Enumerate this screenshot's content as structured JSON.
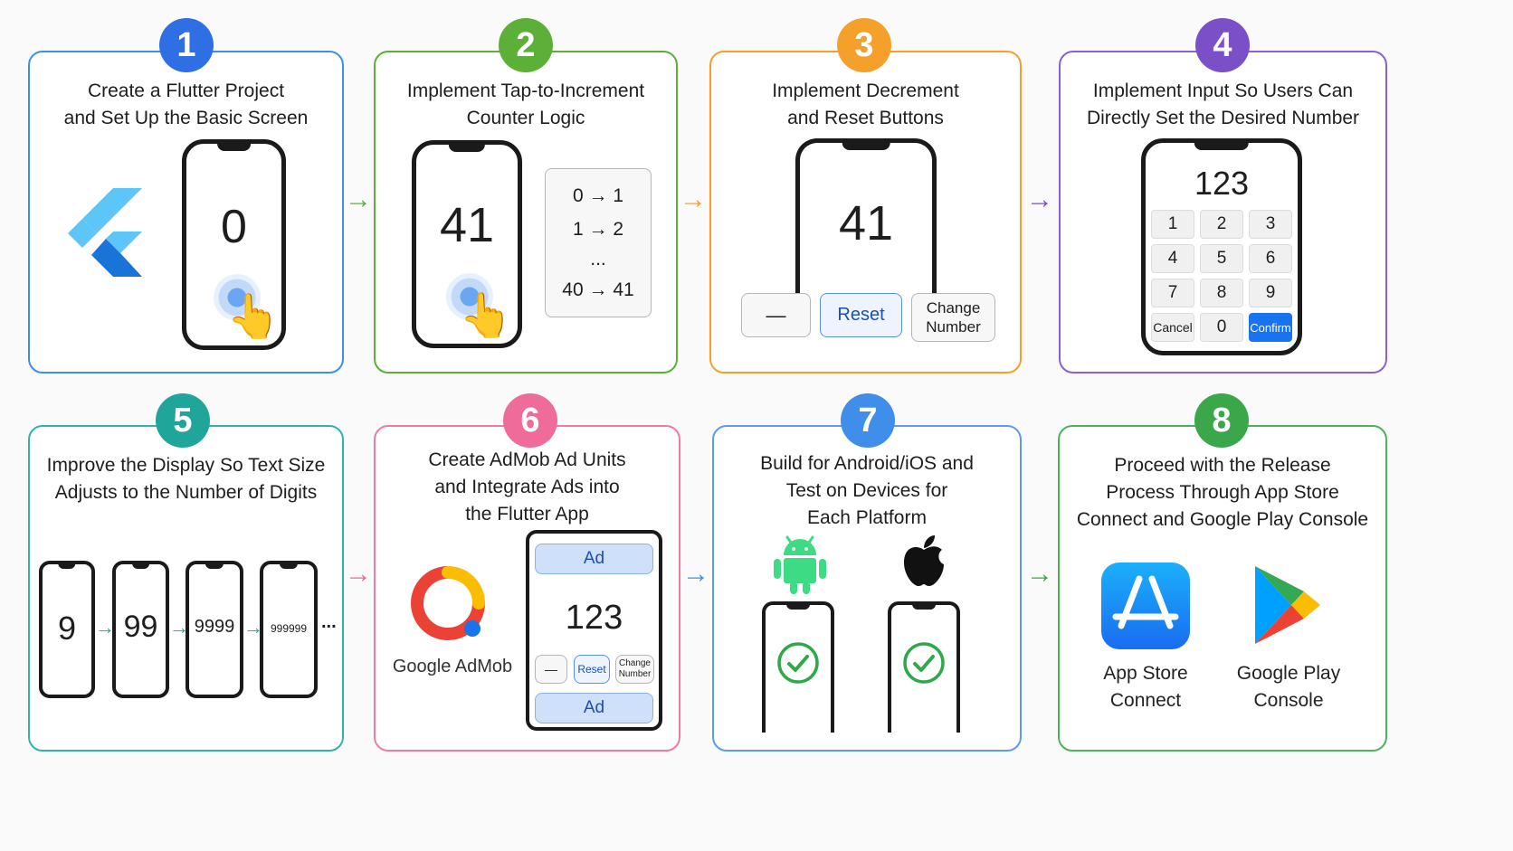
{
  "colors": {
    "step1": "#2f6fe4",
    "step2": "#5cb038",
    "step3": "#f5a02a",
    "step4": "#7a4fc8",
    "step5": "#1fa59a",
    "step6": "#ef6b99",
    "step7": "#3f8fea",
    "step8": "#3aa74a",
    "accent_blue": "#1873f0"
  },
  "steps": [
    {
      "number": "1",
      "title": "Create a Flutter Project\nand Set Up the Basic Screen",
      "icon": "flutter-logo",
      "display": "0"
    },
    {
      "number": "2",
      "title": "Implement Tap-to-Increment\nCounter Logic",
      "display": "41",
      "sequence": [
        "0 → 1",
        "1 → 2",
        "...",
        "40 → 41"
      ]
    },
    {
      "number": "3",
      "title": "Implement Decrement\nand Reset Buttons",
      "display": "41",
      "buttons": {
        "minus": "—",
        "reset": "Reset",
        "change": "Change\nNumber"
      }
    },
    {
      "number": "4",
      "title": "Implement Input So Users Can\nDirectly Set the Desired Number",
      "display": "123",
      "keys": [
        "1",
        "2",
        "3",
        "4",
        "5",
        "6",
        "7",
        "8",
        "9",
        "Cancel",
        "0",
        "Confirm"
      ]
    },
    {
      "number": "5",
      "title": "Improve the Display So Text Size\nAdjusts to the Number of Digits",
      "displays": [
        "9",
        "99",
        "9999",
        "999999"
      ],
      "ellipsis": "..."
    },
    {
      "number": "6",
      "title": "Create AdMob Ad Units\nand Integrate Ads into\nthe Flutter App",
      "brand": "Google AdMob",
      "ad_label": "Ad",
      "display": "123",
      "buttons": {
        "minus": "—",
        "reset": "Reset",
        "change": "Change\nNumber"
      }
    },
    {
      "number": "7",
      "title": "Build for Android/iOS and\nTest on Devices for\nEach Platform",
      "icons": [
        "android-icon",
        "apple-icon",
        "check-icon"
      ]
    },
    {
      "number": "8",
      "title": "Proceed with the Release\nProcess Through App Store\nConnect and Google Play Console",
      "store1": "App Store\nConnect",
      "store2": "Google Play\nConsole"
    }
  ],
  "arrow_glyph": "→"
}
